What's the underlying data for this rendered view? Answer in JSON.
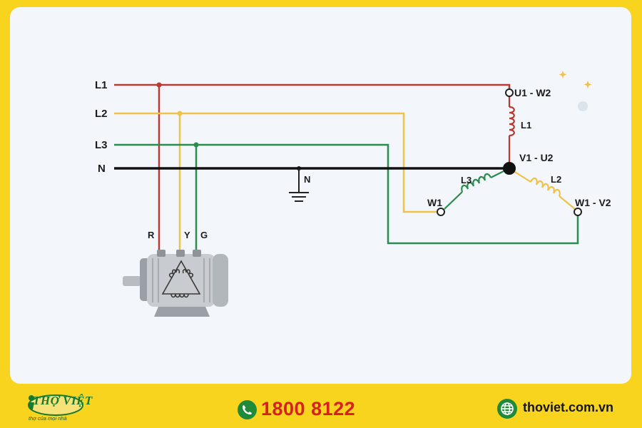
{
  "diagram": {
    "lines": {
      "l1": "L1",
      "l2": "L2",
      "l3": "L3",
      "n": "N"
    },
    "ground_label": "N",
    "motor_terminals": {
      "r": "R",
      "y": "Y",
      "g": "G"
    },
    "star_terminals": {
      "top": "U1 - W2",
      "center": "V1 - U2",
      "left": "W1",
      "right": "W1 - V2"
    },
    "coils": {
      "top": "L1",
      "left": "L3",
      "right": "L2"
    },
    "colors": {
      "l1": "#b83a32",
      "l2": "#f0c24a",
      "l3": "#2a8c4e",
      "n": "#111111"
    }
  },
  "footer": {
    "logo_text": "THỢ VIỆT",
    "logo_tagline": "thợ của mọi nhà",
    "phone": "1800 8122",
    "website": "thoviet.com.vn",
    "icons": [
      "phone-icon",
      "globe-icon"
    ]
  }
}
